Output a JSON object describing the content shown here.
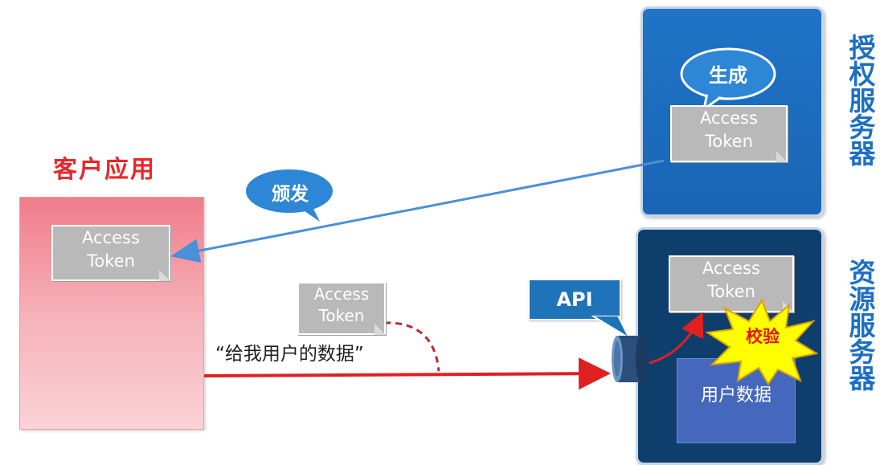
{
  "client": {
    "title": "客户应用"
  },
  "auth_server": {
    "label": "授权服务器",
    "generate": "生成"
  },
  "resource_server": {
    "label": "资源服务器",
    "verify": "校验",
    "user_data": "用户数据"
  },
  "issue": {
    "label": "颁发"
  },
  "request": {
    "quote": "“给我用户的数据”"
  },
  "api": {
    "label": "API"
  },
  "token": {
    "line1": "Access",
    "line2": "Token"
  },
  "colors": {
    "client_title": "#e8262a",
    "client_box": "#f07d8a",
    "auth_server": "#1f74c7",
    "resource_server": "#0e3f6c",
    "issue_arrow": "#4a90d9",
    "request_arrow": "#e02020",
    "verify_star": "#ffff00"
  }
}
